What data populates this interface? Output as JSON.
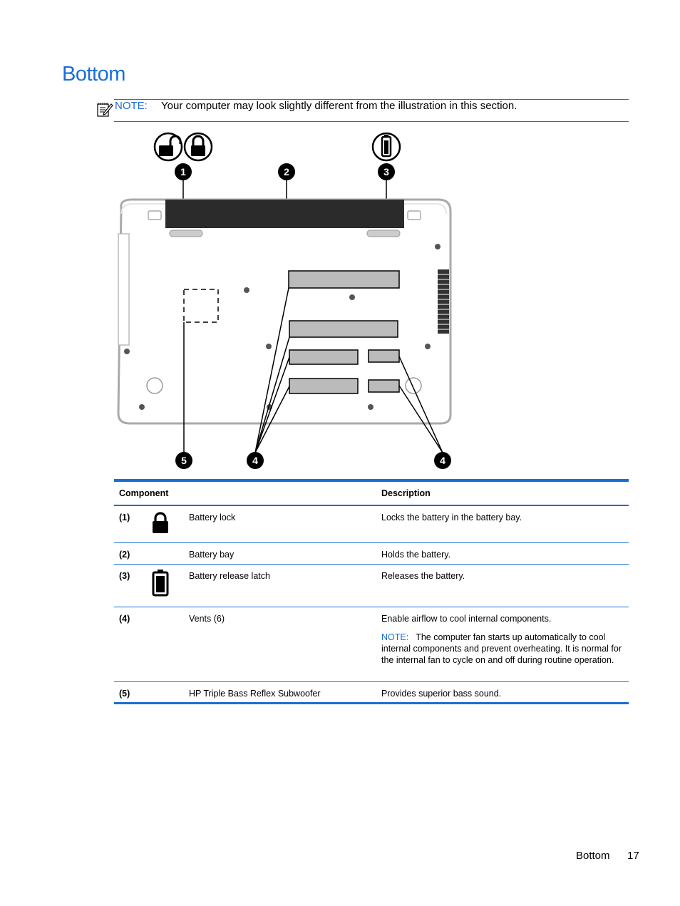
{
  "page": {
    "title": "Bottom",
    "note": {
      "label": "NOTE:",
      "text": "Your computer may look slightly different from the illustration in this section."
    },
    "figure": {
      "callouts": [
        "1",
        "2",
        "3",
        "5",
        "4",
        "4"
      ],
      "icons": [
        "battery-unlock-icon",
        "battery-lock-icon",
        "battery-release-icon"
      ]
    },
    "table": {
      "headers": {
        "component": "Component",
        "description": "Description"
      },
      "rows": [
        {
          "num": "(1)",
          "icon": "lock-icon",
          "name": "Battery lock",
          "desc": "Locks the battery in the battery bay."
        },
        {
          "num": "(2)",
          "icon": "",
          "name": "Battery bay",
          "desc": "Holds the battery."
        },
        {
          "num": "(3)",
          "icon": "battery-icon",
          "name": "Battery release latch",
          "desc": "Releases the battery."
        },
        {
          "num": "(4)",
          "icon": "",
          "name": "Vents (6)",
          "desc": "Enable airflow to cool internal components.",
          "note_label": "NOTE:",
          "note_text": "The computer fan starts up automatically to cool internal components and prevent overheating. It is normal for the internal fan to cycle on and off during routine operation."
        },
        {
          "num": "(5)",
          "icon": "",
          "name": "HP Triple Bass Reflex Subwoofer",
          "desc": "Provides superior bass sound."
        }
      ]
    },
    "footer": {
      "section": "Bottom",
      "page_number": "17"
    }
  }
}
